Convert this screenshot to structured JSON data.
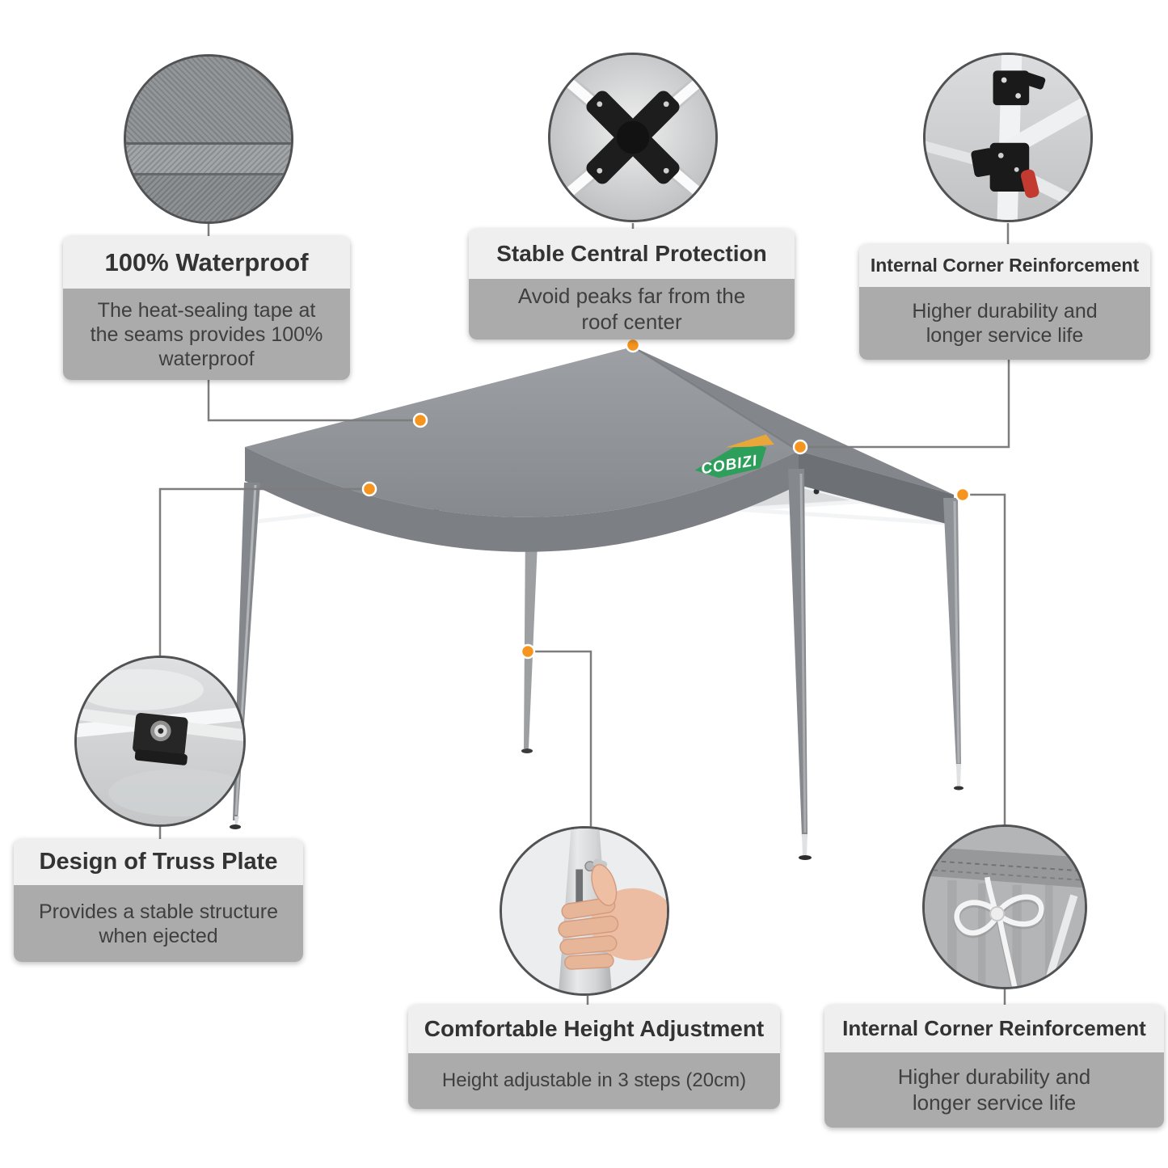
{
  "infographic": {
    "brand": {
      "logo_text": "COBIZI",
      "logo_green": "#2E9E5B",
      "logo_yellow": "#E9A63A"
    },
    "accent_dot_color": "#F5941E",
    "box_header_bg": "#F0EFEF",
    "box_body_bg": "#ABABAB",
    "canopy_color": "#8E9195",
    "features": [
      {
        "id": "waterproof",
        "title": "100% Waterproof",
        "description": "The heat-sealing tape at the seams provides 100% waterproof",
        "image": "fabric-seam-closeup"
      },
      {
        "id": "stable-central-protection",
        "title": "Stable Central Protection",
        "description": "Avoid peaks far from the roof center",
        "image": "canopy-center-hub-closeup"
      },
      {
        "id": "internal-corner-reinforcement-top",
        "title": "Internal Corner Reinforcement",
        "description": "Higher durability and longer service life",
        "image": "corner-bracket-closeup"
      },
      {
        "id": "truss-plate",
        "title": "Design of Truss Plate",
        "description": "Provides a stable structure when ejected",
        "image": "truss-plate-closeup"
      },
      {
        "id": "height-adjustment",
        "title": "Comfortable Height Adjustment",
        "description": "Height adjustable in 3 steps (20cm)",
        "image": "height-adjustment-hand-closeup"
      },
      {
        "id": "internal-corner-reinforcement-bottom",
        "title": "Internal Corner Reinforcement",
        "description": "Higher durability and longer service life",
        "image": "corner-rope-tie-closeup"
      }
    ]
  }
}
